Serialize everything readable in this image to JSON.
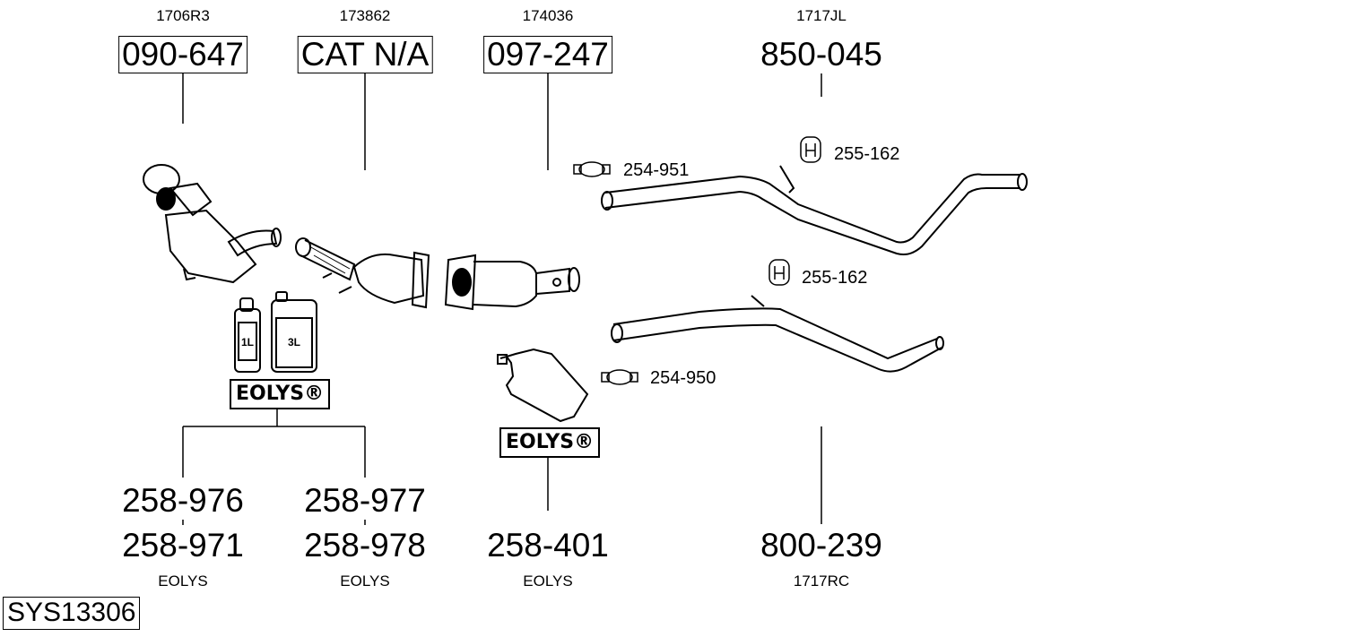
{
  "system_id": "SYS13306",
  "columns": [
    {
      "ref": "1706R3",
      "part": "090-647"
    },
    {
      "ref": "173862",
      "part": "CAT N/A"
    },
    {
      "ref": "174036",
      "part": "097-247"
    },
    {
      "ref": "1717JL",
      "part": "850-045"
    }
  ],
  "bottom": [
    {
      "parts": [
        "258-976",
        "258-971"
      ],
      "ref": "EOLYS"
    },
    {
      "parts": [
        "258-977",
        "258-978"
      ],
      "ref": "EOLYS"
    },
    {
      "parts": [
        "258-401"
      ],
      "ref": "EOLYS"
    },
    {
      "parts": [
        "800-239"
      ],
      "ref": "1717RC"
    }
  ],
  "accessories": {
    "clamp_upper": "254-951",
    "hanger_upper": "255-162",
    "hanger_lower": "255-162",
    "clamp_lower": "254-950"
  },
  "eolys_brand": [
    "EOLYS®",
    "EOLYS®"
  ],
  "bottles": [
    "1L",
    "3L"
  ]
}
